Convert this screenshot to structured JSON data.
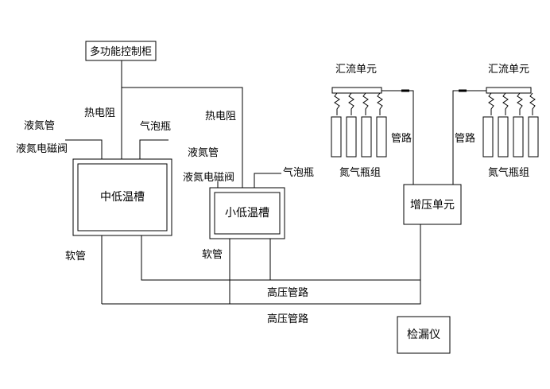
{
  "diagram": {
    "control_cabinet": "多功能控制柜",
    "mid_low_tank": "中低温槽",
    "small_low_tank": "小低温槽",
    "booster_unit": "增压单元",
    "leak_detector": "检漏仪",
    "left_group": {
      "header": "汇流单元",
      "bottles": "氮气瓶组",
      "pipe": "管路"
    },
    "right_group": {
      "header": "汇流单元",
      "bottles": "氮气瓶组",
      "pipe": "管路"
    },
    "labels": {
      "thermistor_1": "热电阻",
      "thermistor_2": "热电阻",
      "bubble_bottle_1": "气泡瓶",
      "bubble_bottle_2": "气泡瓶",
      "liquid_nitrogen_pipe_1": "液氮管",
      "liquid_nitrogen_valve_1": "液氮电磁阀",
      "liquid_nitrogen_pipe_2": "液氮管",
      "liquid_nitrogen_valve_2": "液氮电磁阀",
      "hose_1": "软管",
      "hose_2": "软管",
      "high_pressure_1": "高压管路",
      "high_pressure_2": "高压管路"
    }
  }
}
